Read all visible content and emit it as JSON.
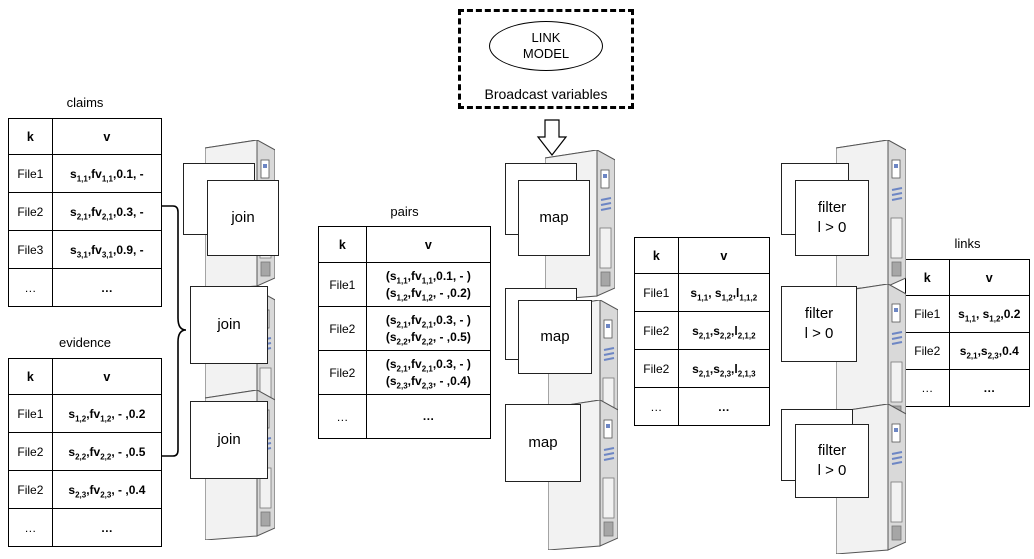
{
  "broadcast": {
    "model_line1": "LINK",
    "model_line2": "MODEL",
    "label": "Broadcast variables"
  },
  "claims": {
    "title": "claims",
    "header_k": "k",
    "header_v": "v",
    "rows": [
      {
        "k": "File1",
        "v": "s<sub>1,1</sub>,fv<sub>1,1</sub>,0.1, -"
      },
      {
        "k": "File2",
        "v": "s<sub>2,1</sub>,fv<sub>2,1</sub>,0.3, -"
      },
      {
        "k": "File3",
        "v": "s<sub>3,1</sub>,fv<sub>3,1</sub>,0.9, -"
      },
      {
        "k": "…",
        "v": "…"
      }
    ]
  },
  "evidence": {
    "title": "evidence",
    "header_k": "k",
    "header_v": "v",
    "rows": [
      {
        "k": "File1",
        "v": "s<sub>1,2</sub>,fv<sub>1,2</sub>, - ,0.2"
      },
      {
        "k": "File2",
        "v": "s<sub>2,2</sub>,fv<sub>2,2</sub>, - ,0.5"
      },
      {
        "k": "File2",
        "v": "s<sub>2,3</sub>,fv<sub>2,3</sub>, - ,0.4"
      },
      {
        "k": "…",
        "v": "…"
      }
    ]
  },
  "pairs": {
    "title": "pairs",
    "header_k": "k",
    "header_v": "v",
    "rows": [
      {
        "k": "File1",
        "v1": "(s<sub>1,1</sub>,fv<sub>1,1</sub>,0.1, - )",
        "v2": "(s<sub>1,2</sub>,fv<sub>1,2</sub>, - ,0.2)"
      },
      {
        "k": "File2",
        "v1": "(s<sub>2,1</sub>,fv<sub>2,1</sub>,0.3, - )",
        "v2": "(s<sub>2,2</sub>,fv<sub>2,2</sub>, - ,0.5)"
      },
      {
        "k": "File2",
        "v1": "(s<sub>2,1</sub>,fv<sub>2,1</sub>,0.3, - )",
        "v2": "(s<sub>2,3</sub>,fv<sub>2,3</sub>, - ,0.4)"
      },
      {
        "k": "…",
        "v1": "…",
        "v2": ""
      }
    ]
  },
  "mapped": {
    "header_k": "k",
    "header_v": "v",
    "rows": [
      {
        "k": "File1",
        "v": "s<sub>1,1</sub>, s<sub>1,2</sub>,l<sub>1,1,2</sub>"
      },
      {
        "k": "File2",
        "v": "s<sub>2,1</sub>,s<sub>2,2</sub>,l<sub>2,1,2</sub>"
      },
      {
        "k": "File2",
        "v": "s<sub>2,1</sub>,s<sub>2,3</sub>,l<sub>2,1,3</sub>"
      },
      {
        "k": "…",
        "v": "…"
      }
    ]
  },
  "links": {
    "title": "links",
    "header_k": "k",
    "header_v": "v",
    "rows": [
      {
        "k": "File1",
        "v": "s<sub>1,1</sub>, s<sub>1,2</sub>,0.2"
      },
      {
        "k": "File2",
        "v": "s<sub>2,1</sub>,s<sub>2,3</sub>,0.4"
      },
      {
        "k": "…",
        "v": "…"
      }
    ]
  },
  "operators": {
    "join": "join",
    "map": "map",
    "filter_line1": "filter",
    "filter_line2": "l > 0"
  },
  "colors": {
    "server_light": "#f2f2f2",
    "server_mid": "#d9d9d9",
    "server_dark": "#a6a6a6",
    "server_blue": "#6d86c4"
  }
}
